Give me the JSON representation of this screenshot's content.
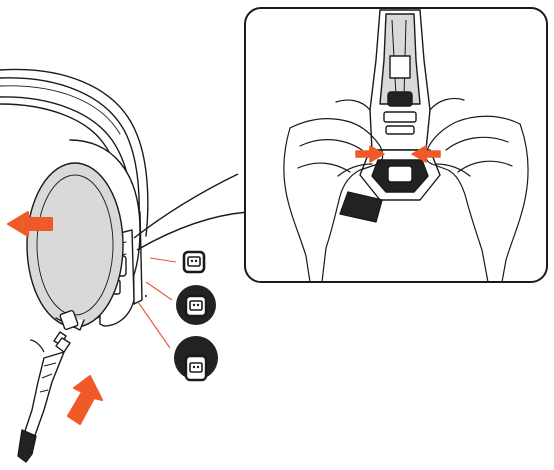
{
  "diagram": {
    "colors": {
      "line": "#1a1a1a",
      "fill": "#ffffff",
      "shade": "#d9d9d9",
      "dark": "#222222",
      "arrow": "#f05a28",
      "callout": "#e8563a"
    },
    "icons": [
      "headset-illustration",
      "inset-hands-squeeze-illustration",
      "mic-boom-illustration",
      "button-small-icon",
      "button-medium-icon",
      "button-large-icon",
      "remove-ear-cushion-arrow",
      "insert-mic-arrow",
      "squeeze-arrow-left",
      "squeeze-arrow-right"
    ]
  }
}
